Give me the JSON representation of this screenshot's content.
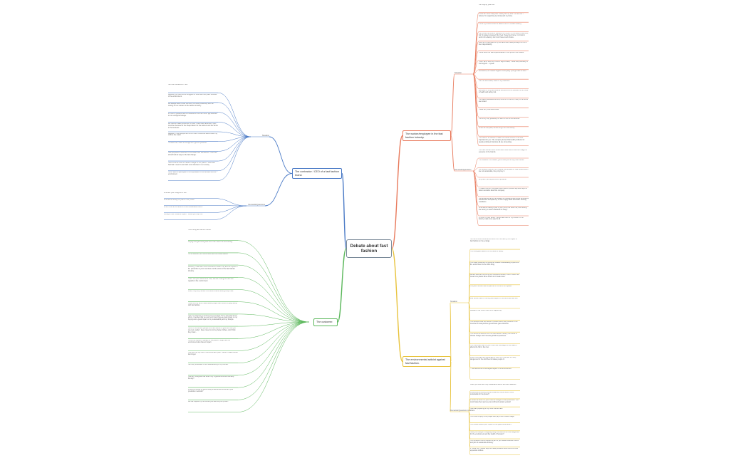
{
  "central": "Debate about fast fashion",
  "colors": {
    "orange": "#e8795b",
    "yellow": "#e8c33d",
    "blue": "#4a7ac6",
    "green": "#5cb85c",
    "node_border": "#7a8a99"
  },
  "branches": [
    {
      "id": "workers",
      "side": "right",
      "color": "#e8795b",
      "title": "The worker/employee in the fast fashion industry.",
      "groups": [
        {
          "label": "Situation",
          "items": [
            "I am slightly years old.",
            "I work ten hours a day and I barely see my kids. It's hard but I believe I'm supporting my family and my home.",
            "I think my clothes could be called a form of modern slavery.",
            "I am shown all kinds of pressure on my job. It's not easy to deal with, but I'm always stressed. But I feel I have the choice. It is hard to work in the factory, but I don't have much choice.",
            "Like, all my pay goes to my rent and food, barely enough for me to live independently.",
            "I think there is a bad implementation of the profit of the brands.",
            "I can't fail to work but I work 6 days a week, I have little possibility to find support... myself!",
            "Afterwards, the brands neglect this anyway, I just go back to work.",
            "I am not self-reliant, need for my livelihood.",
            "Everyone is very authoritative and puts a lot of pressure on all, there is health and safety risk.",
            "The safety standards are low, there is no fire exit, many of the doors are locked.",
            "I have very chemical smells.",
            "This is my only possibility for work in one of the factories.",
            "When we complain, we are let go from the factory.",
            "You need to be careful to make the clothes since it's the most important for you. The company knows that health problems for people working in factories all are concerning."
          ]
        },
        {
          "label": "Demands/Questions",
          "items": [
            "You have workers who should and could have a minimum wage for everyone in the brands.",
            "The situation is so drastic, you should just not buy new clothes.",
            "Our workers need to try to reduce the demand for new clothes which are not sustainable, they only buy it.",
            "Why don't you boycott this to produce?",
            "If I leave this job, the government cannot provide help and hope for better decisions about the company.",
            "You should be fair to the workers for shopping their rights, and stores should have transparency in their supply chain and better working conditions.",
            "What about making a part of your profit to a better life, like building the factory to better standards of living?",
            "In return of your action, I would take care of my workers in the factory, make more pay for all."
          ]
        }
      ]
    },
    {
      "id": "environment",
      "side": "right",
      "color": "#e8c33d",
      "title": "The environmental activist against fast fashion.",
      "groups": [
        {
          "label": "Situation",
          "items": [
            "I am an environmental activist and I am horrified by the impact of fast fashion on the ecology.",
            "The ecological balance of our planet is failing.",
            "The mass production of garments creates a devastating impact and the environment is the main thing.",
            "Landfill sites are brimming with countless textiles, most of which are made from plastic fibres which don't break down.",
            "The pest numbers also impact all of the soil on the planet.",
            "Low carbon rates in farming and regions of the world are also low.",
            "Research has shown that this is happening.",
            "The transport and the stocks of clothes which are produced in the countries in Asia produce greenhouse gas emissions.",
            "The carbon emissions from the fast fashion industry contribute to climate change and increase global temperatures.",
            "The chemicals used for your brand are discharged in the water, it affects the fish in the river.",
            "When chemicals are discharged in rivers or in the sea, it is very dangerous for the wild life and makes people ill.",
            "... and affects all the ecological layers in the environment."
          ]
        },
        {
          "label": "Demands/Questions to others",
          "items": [
            "Could you work with only sustainable fabrics and raw materials?",
            "What about producing clothes made with cotton that is more sustainable for the planet?",
            "It would be better for your brand to change to slow production. You could make them just as your profit and sustain yourself.",
            "How was preparing to buy more that will last?",
            "You could employ more people and pay them a decent wage.",
            "You should reduce your impact on the greenhouse effect.",
            "Have you thought of stopping using chemicals which are dangerous for the environment and the health of humans?",
            "Your pollution control should be part of your waste reduction efforts and part of sustainable thinking.",
            "If I were you, I would stop the mass production and focus on more expensive clothes."
          ]
        }
      ]
    },
    {
      "id": "contractor",
      "side": "left",
      "color": "#4a7ac6",
      "title": "The contractor / CEO of a fast fashion brand.",
      "groups": [
        {
          "label": "Situation",
          "items": [
            "I am the contractor of TM9.",
            "Basically, we have some struggles on these last few years because of the environment.",
            "We always need to bow the best, the most productivity and the costing for our workers in the fashion industry.",
            "It's a lot of pressure and it's because of this that I don't pay attention to our ecological footage.",
            "We need to make profits and I'm sure I must have factories in poor countries because of the cheap labour for the workers and the ethics in the business.",
            "Basically, I think people are not so much concerned about where my clothes are made.",
            "I noticed that I need to change and I get the pressure.",
            "Now people are conscious of the issues with fast fashion. I think we should look at ways to the fast change.",
            "I also think we need to make a change for our planet. I have also had that I need to work with more factories in our country.",
            "I don't want to participate in the exploitation of the workers and the environment."
          ]
        },
        {
          "label": "Demands/Questions",
          "items": [
            "What are your thoughts on this?",
            "What about selling our place in our profits?",
            "What I must do to become a more sustainable brand?",
            "Perhaps I can't create it myself... Would you help me?"
          ]
        }
      ]
    },
    {
      "id": "customer",
      "side": "left",
      "color": "#5cb85c",
      "title": "The customer.",
      "groups": [
        {
          "label": "",
          "items": [
            "I love using fast fashion brands.",
            "Buying new garments gives me a rush that is the best feeling.",
            "I'm a customer, but I know there are lots of alternatives.",
            "Recently, I had been more conscious of what I buy and the impact of the production in poor countries and the ethics of the fast fashion industry.",
            "I can't find your brand items I like, without it being the best with regards to the environment.",
            "Wow, I only buy clothes from second-hand clothing shops now.",
            "I hate how my lack of alternatives people feel forced on going along with fast fashion.",
            "Now I've switched to reducing my purchases and to purchasing with ethics. I decided that you and your brand have a great impact on my buying and a great impact on my sustainability and my lifestyle.",
            "Some of the fashion people think fast fashion is good and use just one item, sadly. I have moved on to buy better clothes, don't think they know...",
            "I know the impact of people on the planet is huge, and the environment also has an impact.",
            "I will not only buy one or two items each year. I want to make clothes last longer.",
            "I am very interested in the manufacturing of my clothes.",
            "How do I recognise that what I buy is good and environmentally friendly?",
            "What you should do about being a fashionable brand and your production methods?",
            "Are we inspired by the clothes you sell and your prices?"
          ]
        }
      ]
    }
  ]
}
